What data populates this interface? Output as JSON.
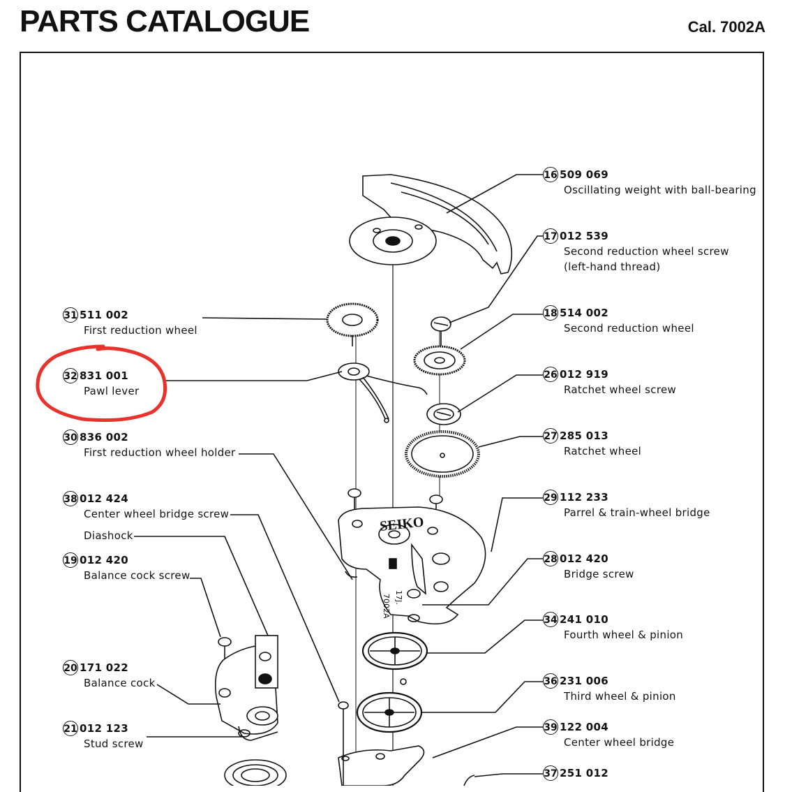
{
  "header": {
    "title": "PARTS CATALOGUE",
    "caliber": "Cal. 7002A"
  },
  "engraving": {
    "brand": "SEIKO",
    "jewels": "17J.",
    "caliber": "7002A"
  },
  "parts_left": [
    {
      "num": "31",
      "code": "511 002",
      "desc": "First reduction wheel"
    },
    {
      "num": "32",
      "code": "831 001",
      "desc": "Pawl lever"
    },
    {
      "num": "30",
      "code": "836 002",
      "desc": "First reduction wheel holder"
    },
    {
      "num": "38",
      "code": "012 424",
      "desc": "Center wheel bridge screw"
    },
    {
      "num": "19",
      "code": "012 420",
      "desc": "Balance cock screw"
    },
    {
      "num": "20",
      "code": "171 022",
      "desc": "Balance cock"
    },
    {
      "num": "21",
      "code": "012 123",
      "desc": "Stud screw"
    }
  ],
  "diashock_label": "Diashock",
  "parts_right": [
    {
      "num": "16",
      "code": "509 069",
      "desc": "Oscillating weight with ball-bearing",
      "desc2": ""
    },
    {
      "num": "17",
      "code": "012 539",
      "desc": "Second reduction wheel screw",
      "desc2": "(left-hand thread)"
    },
    {
      "num": "18",
      "code": "514 002",
      "desc": "Second reduction wheel",
      "desc2": ""
    },
    {
      "num": "26",
      "code": "012 919",
      "desc": "Ratchet wheel screw",
      "desc2": ""
    },
    {
      "num": "27",
      "code": "285 013",
      "desc": "Ratchet wheel",
      "desc2": ""
    },
    {
      "num": "29",
      "code": "112 233",
      "desc": "Parrel & train-wheel bridge",
      "desc2": ""
    },
    {
      "num": "28",
      "code": "012 420",
      "desc": "Bridge screw",
      "desc2": ""
    },
    {
      "num": "34",
      "code": "241 010",
      "desc": "Fourth wheel & pinion",
      "desc2": ""
    },
    {
      "num": "36",
      "code": "231 006",
      "desc": "Third wheel & pinion",
      "desc2": ""
    },
    {
      "num": "39",
      "code": "122 004",
      "desc": "Center wheel bridge",
      "desc2": ""
    },
    {
      "num": "37",
      "code": "251 012",
      "desc": "",
      "desc2": ""
    }
  ],
  "colors": {
    "ink": "#111111",
    "highlight": "#e8322c"
  }
}
